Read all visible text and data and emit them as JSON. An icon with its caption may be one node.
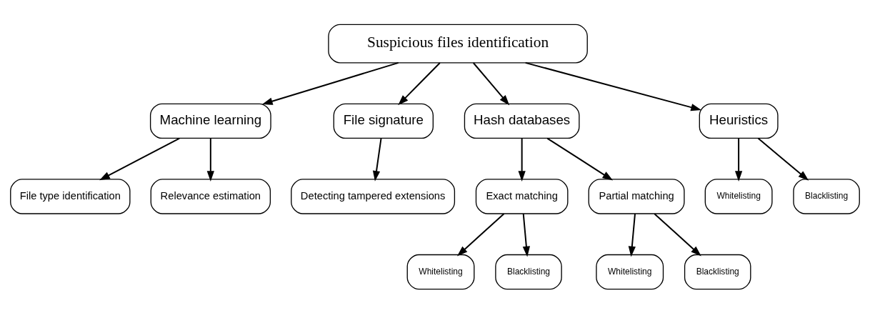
{
  "diagram": {
    "nodes": [
      {
        "text": [
          "Suspicious files identification"
        ]
      },
      {
        "text": [
          "Machine learning"
        ]
      },
      {
        "text": [
          "File signature"
        ]
      },
      {
        "text": [
          "Hash databases"
        ]
      },
      {
        "text": [
          "Heuristics"
        ]
      },
      {
        "text": [
          "File type identification"
        ]
      },
      {
        "text": [
          "Relevance estimation"
        ]
      },
      {
        "text": [
          "Detecting tampered extensions"
        ]
      },
      {
        "text": [
          "Exact matching"
        ]
      },
      {
        "text": [
          "Partial matching"
        ]
      },
      {
        "text": [
          "Whitelisting"
        ]
      },
      {
        "text": [
          "Blacklisting"
        ]
      },
      {
        "text": [
          "Whitelisting"
        ]
      },
      {
        "text": [
          "Blacklisting"
        ]
      },
      {
        "text": [
          "Whitelisting"
        ]
      },
      {
        "text": [
          "Blacklisting"
        ]
      }
    ],
    "edges": [
      {
        "from": 0,
        "to": 1,
        "arrow": "to"
      },
      {
        "from": 0,
        "to": 2,
        "arrow": "to"
      },
      {
        "from": 0,
        "to": 3,
        "arrow": "to"
      },
      {
        "from": 0,
        "to": 4,
        "arrow": "to"
      },
      {
        "from": 1,
        "to": 5,
        "arrow": "to"
      },
      {
        "from": 1,
        "to": 6,
        "arrow": "to"
      },
      {
        "from": 2,
        "to": 7,
        "arrow": "to"
      },
      {
        "from": 3,
        "to": 8,
        "arrow": "to"
      },
      {
        "from": 3,
        "to": 9,
        "arrow": "to"
      },
      {
        "from": 4,
        "to": 10,
        "arrow": "to"
      },
      {
        "from": 4,
        "to": 11,
        "arrow": "to"
      },
      {
        "from": 8,
        "to": 12,
        "arrow": "to"
      },
      {
        "from": 8,
        "to": 13,
        "arrow": "to"
      },
      {
        "from": 9,
        "to": 14,
        "arrow": "to"
      },
      {
        "from": 9,
        "to": 15,
        "arrow": "to"
      }
    ]
  }
}
